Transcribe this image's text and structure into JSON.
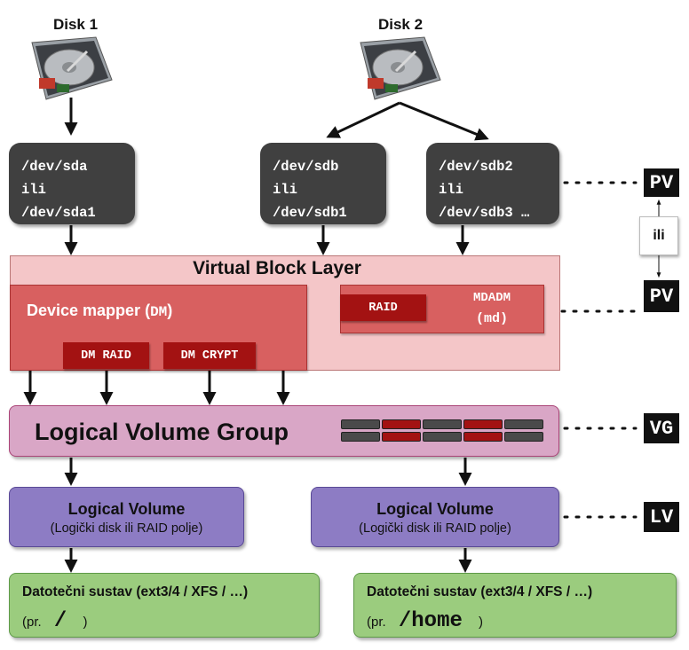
{
  "disks": [
    {
      "title": "Disk 1"
    },
    {
      "title": "Disk 2"
    }
  ],
  "devices": [
    {
      "line1": "/dev/sda",
      "line2": "ili",
      "line3": "/dev/sda1"
    },
    {
      "line1": "/dev/sdb",
      "line2": "ili",
      "line3": "/dev/sdb1"
    },
    {
      "line1": "/dev/sdb2",
      "line2": "ili",
      "line3": "/dev/sdb3 …"
    }
  ],
  "virtual_block_layer": {
    "title": "Virtual Block Layer",
    "device_mapper": {
      "title_prefix": "Device mapper (",
      "title_code": "DM",
      "title_suffix": ")"
    },
    "dm_raid": "DM RAID",
    "dm_crypt": "DM CRYPT",
    "raid": "RAID",
    "mdadm_line1": "MDADM",
    "mdadm_line2": "(md)"
  },
  "volume_group": {
    "title": "Logical Volume Group"
  },
  "logical_volumes": [
    {
      "title": "Logical Volume",
      "subtitle": "(Logički disk ili RAID polje)"
    },
    {
      "title": "Logical Volume",
      "subtitle": "(Logički disk ili RAID polje)"
    }
  ],
  "filesystems": [
    {
      "title": "Datotečni sustav (ext3/4 / XFS / …)",
      "prefix": "(pr.",
      "path": "/",
      "suffix": ")"
    },
    {
      "title": "Datotečni sustav (ext3/4 / XFS / …)",
      "prefix": "(pr.",
      "path": "/home",
      "suffix": ")"
    }
  ],
  "legend": {
    "pv_top": "PV",
    "ili": "ili",
    "pv_bottom": "PV",
    "vg": "VG",
    "lv": "LV"
  },
  "colors": {
    "device_box": "#404040",
    "virtual_block_layer": "#f4c6c8",
    "device_mapper": "#d86060",
    "red_tag": "#a31212",
    "volume_group": "#d9a6c6",
    "logical_volume": "#8d7cc4",
    "filesystem": "#9bcc7e"
  }
}
